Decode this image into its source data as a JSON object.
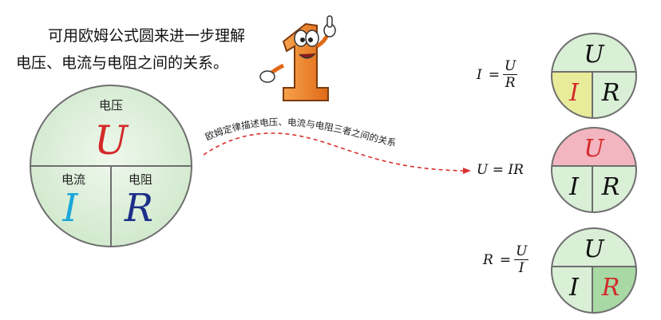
{
  "intro": {
    "line1": "可用欧姆公式圆来进一步理解",
    "line2": "电压、电流与电阻之间的关系。"
  },
  "mascot": {
    "number": "1"
  },
  "big_circle": {
    "voltage_label": "电压",
    "voltage_symbol": "U",
    "current_label": "电流",
    "current_symbol": "I",
    "resistance_label": "电阻",
    "resistance_symbol": "R"
  },
  "arrow_caption": "欧姆定律描述电压、电流与电阻三者之间的关系",
  "formulas": [
    {
      "lhs": "I",
      "eq": "=",
      "num": "U",
      "den": "R"
    },
    {
      "text": "U = IR"
    },
    {
      "lhs": "R",
      "eq": "=",
      "num": "U",
      "den": "I"
    }
  ],
  "small_circles": [
    {
      "top": "U",
      "left": "I",
      "right": "R",
      "highlight": "left"
    },
    {
      "top": "U",
      "left": "I",
      "right": "R",
      "highlight": "top"
    },
    {
      "top": "U",
      "left": "I",
      "right": "R",
      "highlight": "right"
    }
  ],
  "colors": {
    "circle_fill": "#d9efd6",
    "circle_stroke": "#6e6e6e",
    "voltage": "#d42a2a",
    "current": "#1aa6d9",
    "resistance": "#1e2f8a",
    "highlight_yellow": "#e8ec9a",
    "highlight_pink": "#f3b5c0",
    "highlight_green": "#a8d9a4",
    "arrow": "#d93030",
    "mascot": "#f07e2a"
  }
}
